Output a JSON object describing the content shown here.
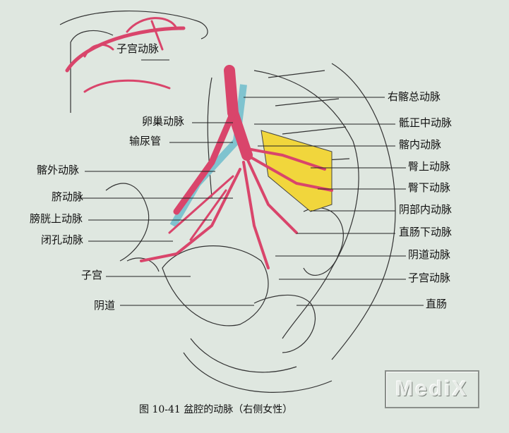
{
  "figure": {
    "caption": "图 10-41  盆腔的动脉（右侧女性）",
    "watermark": "MediX",
    "colors": {
      "artery": "#d9456b",
      "ureter_vein": "#7fc3cf",
      "nerve_plexus": "#f1d63c",
      "background": "#dfe7e0"
    },
    "labels_left": [
      {
        "id": "inset-uterine-artery",
        "text": "子宫动脉"
      },
      {
        "id": "ovarian-artery",
        "text": "卵巢动脉"
      },
      {
        "id": "ureter",
        "text": "输尿管"
      },
      {
        "id": "external-iliac-artery",
        "text": "髂外动脉"
      },
      {
        "id": "umbilical-artery",
        "text": "脐动脉"
      },
      {
        "id": "superior-vesical-artery",
        "text": "膀胱上动脉"
      },
      {
        "id": "obturator-artery",
        "text": "闭孔动脉"
      },
      {
        "id": "uterus",
        "text": "子宫"
      },
      {
        "id": "vagina",
        "text": "阴道"
      }
    ],
    "labels_right": [
      {
        "id": "right-common-iliac-artery",
        "text": "右髂总动脉"
      },
      {
        "id": "median-sacral-artery",
        "text": "骶正中动脉"
      },
      {
        "id": "internal-iliac-artery",
        "text": "髂内动脉"
      },
      {
        "id": "superior-gluteal-artery",
        "text": "臀上动脉"
      },
      {
        "id": "inferior-gluteal-artery",
        "text": "臀下动脉"
      },
      {
        "id": "internal-pudendal-artery",
        "text": "阴部内动脉"
      },
      {
        "id": "inferior-rectal-artery",
        "text": "直肠下动脉"
      },
      {
        "id": "vaginal-artery",
        "text": "阴道动脉"
      },
      {
        "id": "uterine-artery",
        "text": "子宫动脉"
      },
      {
        "id": "rectum",
        "text": "直肠"
      }
    ]
  }
}
